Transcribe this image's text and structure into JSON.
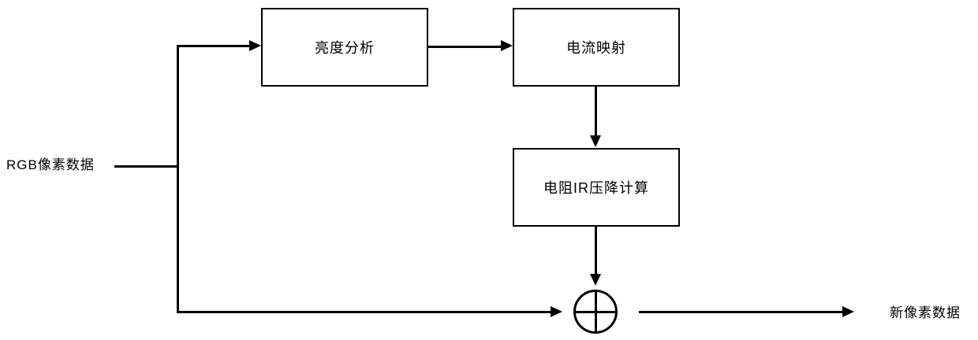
{
  "diagram": {
    "input_label": "RGB像素数据",
    "output_label": "新像素数据",
    "boxes": [
      {
        "id": "brightness-analysis",
        "label": "亮度分析"
      },
      {
        "id": "current-mapping",
        "label": "电流映射"
      },
      {
        "id": "ir-drop-calculation",
        "label": "电阻IR压降计算"
      }
    ],
    "sum_node": {
      "symbol": "circled-plus"
    },
    "edges": [
      {
        "from": "rgb-pixel-data",
        "to": "brightness-analysis"
      },
      {
        "from": "brightness-analysis",
        "to": "current-mapping"
      },
      {
        "from": "current-mapping",
        "to": "ir-drop-calculation"
      },
      {
        "from": "ir-drop-calculation",
        "to": "sum-node"
      },
      {
        "from": "rgb-pixel-data",
        "to": "sum-node"
      },
      {
        "from": "sum-node",
        "to": "new-pixel-data"
      }
    ],
    "colors": {
      "line": "#000000",
      "background": "#ffffff"
    }
  }
}
